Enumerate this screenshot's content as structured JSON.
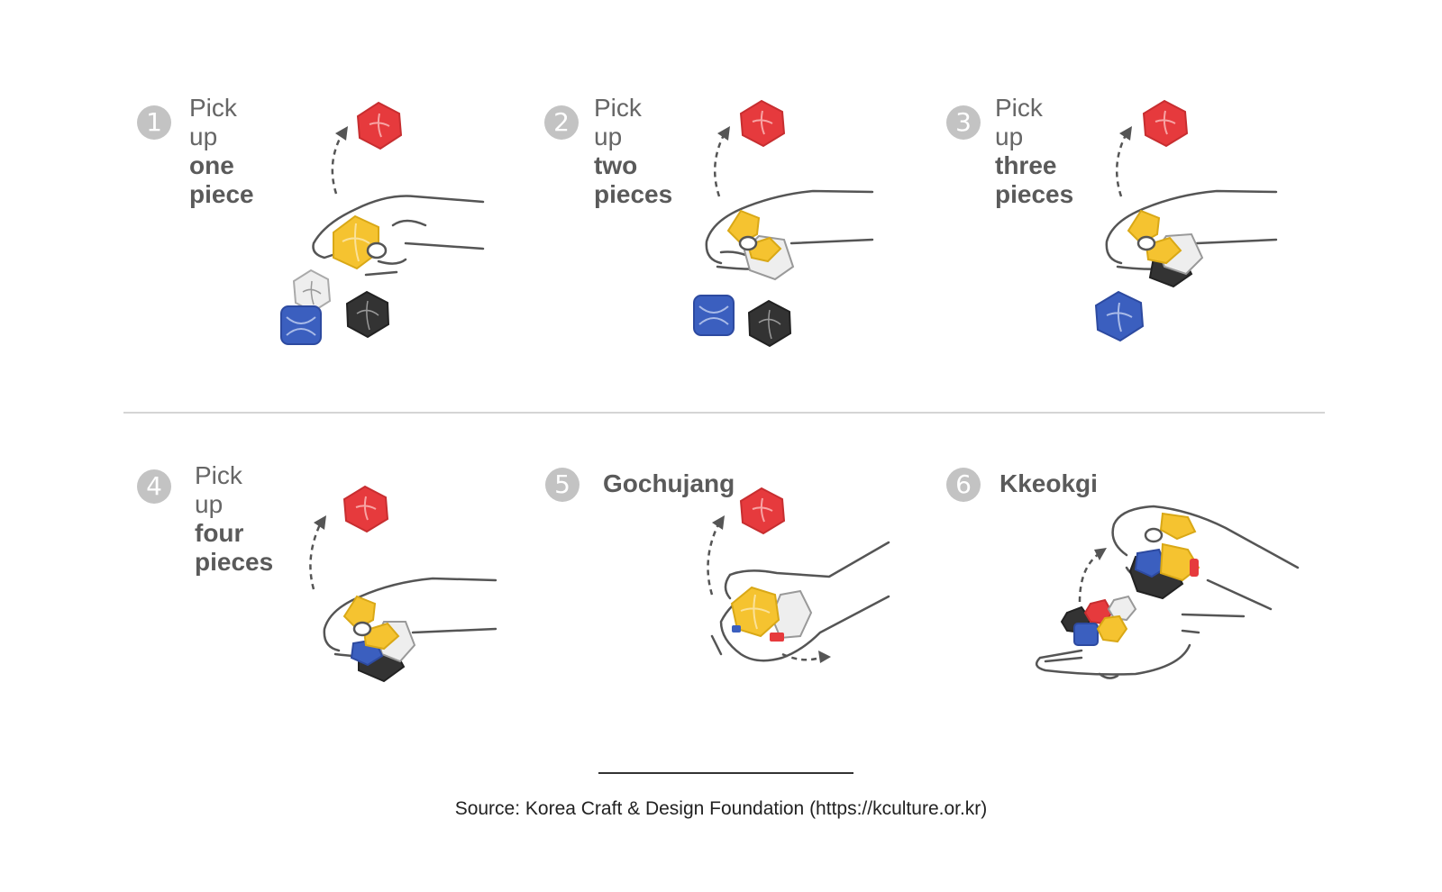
{
  "steps": [
    {
      "number": "1",
      "line1": "Pick up",
      "line2": "one",
      "line3": "piece"
    },
    {
      "number": "2",
      "line1": "Pick up",
      "line2": "two",
      "line3": "pieces"
    },
    {
      "number": "3",
      "line1": "Pick up",
      "line2": "three",
      "line3": "pieces"
    },
    {
      "number": "4",
      "line1": "Pick up",
      "line2": "four",
      "line3": "pieces"
    },
    {
      "number": "5",
      "title": "Gochujang"
    },
    {
      "number": "6",
      "title": "Kkeokgi"
    }
  ],
  "source": "Source: Korea Craft & Design Foundation (https://kculture.or.kr)",
  "colors": {
    "red": "#e63a3d",
    "yellow": "#f5c330",
    "blue": "#3b5fbf",
    "black": "#333333",
    "white": "#eeeeee",
    "badge": "#c3c3c3",
    "line": "#555555"
  }
}
